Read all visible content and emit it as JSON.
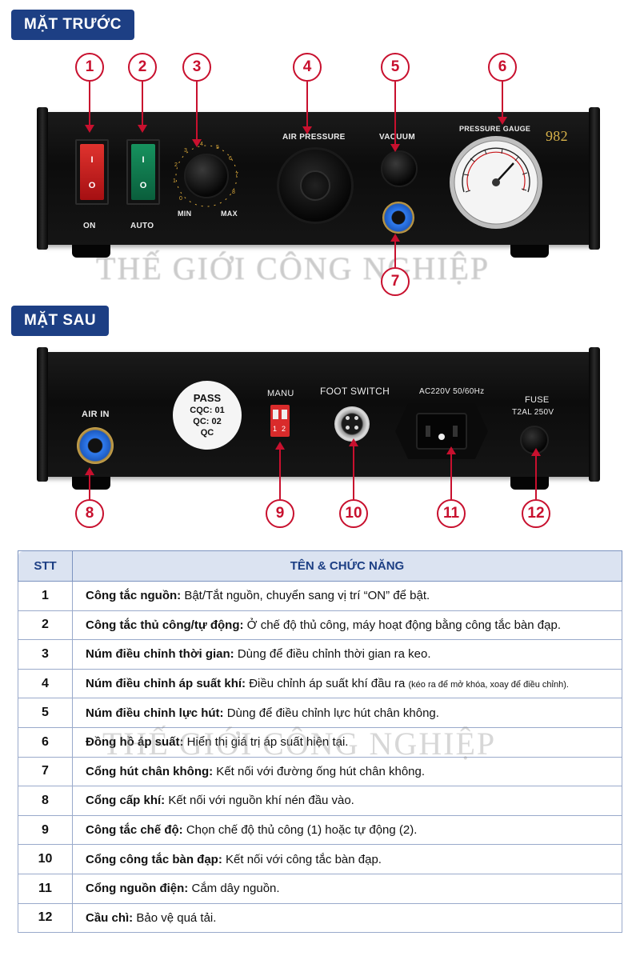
{
  "sections": {
    "front": "MẶT TRƯỚC",
    "back": "MẶT SAU"
  },
  "watermark": "THẾ GIỚI CÔNG NGHIỆP",
  "front_panel": {
    "model": "982",
    "air_pressure": "AIR PRESSURE",
    "vacuum": "VACUUM",
    "pressure_gauge": "PRESSURE GAUGE",
    "on": "ON",
    "auto": "AUTO",
    "min": "MIN",
    "max": "MAX",
    "power_marks": {
      "top": "I",
      "bottom": "O"
    }
  },
  "back_panel": {
    "air_in": "AIR IN",
    "sticker": [
      "PASS",
      "CQC: 01",
      "QC: 02",
      "QC"
    ],
    "manu": "MANU",
    "dip_labels": [
      "1",
      "2"
    ],
    "foot_switch": "FOOT SWITCH",
    "power_in": "AC220V 50/60Hz",
    "fuse": "FUSE",
    "fuse_rating": "T2AL 250V"
  },
  "callouts": [
    "1",
    "2",
    "3",
    "4",
    "5",
    "6",
    "7",
    "8",
    "9",
    "10",
    "11",
    "12"
  ],
  "table": {
    "headers": [
      "STT",
      "TÊN & CHỨC NĂNG"
    ],
    "rows": [
      {
        "stt": "1",
        "name": "Công tắc nguồn:",
        "desc": " Bật/Tắt nguồn, chuyển sang vị trí “ON” để bật.",
        "note": ""
      },
      {
        "stt": "2",
        "name": "Công tắc thủ công/tự động:",
        "desc": " Ở chế độ thủ công, máy hoạt động bằng công tắc bàn đạp.",
        "note": ""
      },
      {
        "stt": "3",
        "name": "Núm điều chỉnh thời gian:",
        "desc": " Dùng để điều chỉnh thời gian ra keo.",
        "note": ""
      },
      {
        "stt": "4",
        "name": "Núm điều chỉnh áp suất khí:",
        "desc": " Điều chỉnh áp suất khí đầu ra ",
        "note": "(kéo ra để mở khóa, xoay để điều chỉnh)."
      },
      {
        "stt": "5",
        "name": "Núm điều chỉnh lực hút:",
        "desc": " Dùng để điều chỉnh lực hút chân không.",
        "note": ""
      },
      {
        "stt": "6",
        "name": "Đồng hồ áp suất:",
        "desc": " Hiển thị giá trị áp suất hiện tại.",
        "note": ""
      },
      {
        "stt": "7",
        "name": "Cổng hút chân không:",
        "desc": " Kết nối với đường ống hút chân không.",
        "note": ""
      },
      {
        "stt": "8",
        "name": "Cổng cấp khí:",
        "desc": " Kết nối với nguồn khí nén đầu vào.",
        "note": ""
      },
      {
        "stt": "9",
        "name": "Công tắc chế độ:",
        "desc": " Chọn chế độ thủ công (1) hoặc tự động (2).",
        "note": ""
      },
      {
        "stt": "10",
        "name": "Cổng công tắc bàn đạp:",
        "desc": " Kết nối với công tắc bàn đạp.",
        "note": ""
      },
      {
        "stt": "11",
        "name": "Cổng nguồn điện:",
        "desc": " Cắm dây nguồn.",
        "note": ""
      },
      {
        "stt": "12",
        "name": "Cầu chì:",
        "desc": " Bảo vệ quá tải.",
        "note": ""
      }
    ]
  },
  "colors": {
    "accent_blue": "#1d3f84",
    "callout_red": "#c8102e",
    "switch_red": "#c8161a",
    "switch_green": "#0e7a4e",
    "connector_blue": "#1e6ad6"
  }
}
